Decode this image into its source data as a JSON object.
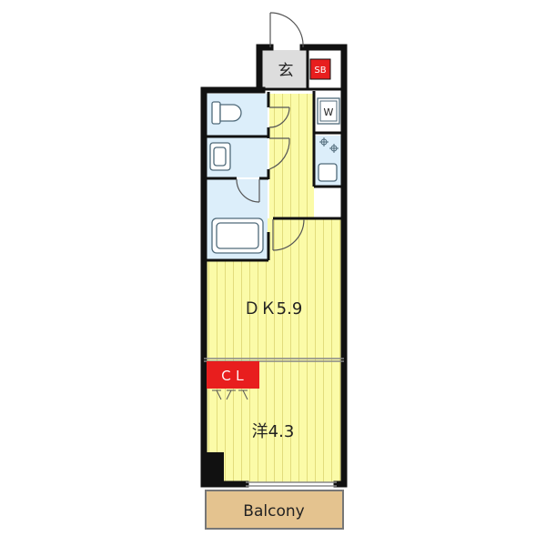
{
  "rooms": {
    "entrance": "玄",
    "shoe_box": "SB",
    "washer": "W",
    "dining_kitchen": "ＤＫ5.9",
    "closet": "ＣＬ",
    "western_room": "洋4.3",
    "balcony": "Balcony"
  },
  "colors": {
    "floor_yellow": "#fbfba8",
    "floor_stripe": "#e2dc7c",
    "wet_blue": "#dceefa",
    "entrance_gray": "#dddddd",
    "balcony_tan": "#e4c38f",
    "accent_red": "#e81e1e",
    "wall": "#111111"
  },
  "icons": [
    "door-swing-icon",
    "toilet-icon",
    "washbasin-icon",
    "bathtub-icon",
    "washer-icon",
    "stove-icon",
    "sink-icon",
    "refrigerator-space-icon"
  ]
}
